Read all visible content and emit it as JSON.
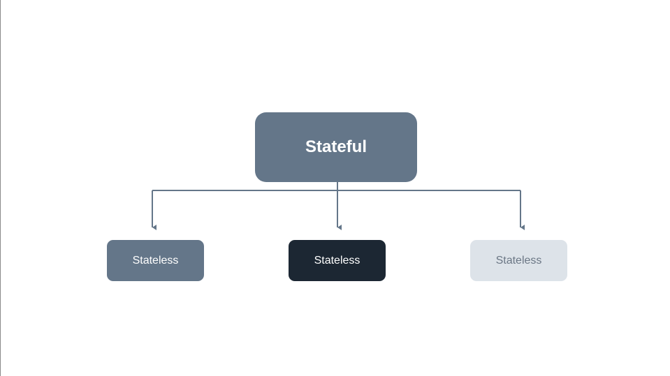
{
  "diagram": {
    "root": {
      "label": "Stateful",
      "fill": "#647689",
      "text_color": "#ffffff"
    },
    "children": [
      {
        "label": "Stateless",
        "fill": "#647689",
        "text_color": "#ffffff"
      },
      {
        "label": "Stateless",
        "fill": "#1c2733",
        "text_color": "#ffffff"
      },
      {
        "label": "Stateless",
        "fill": "#dde3e9",
        "text_color": "#6b7785"
      }
    ],
    "connector_color": "#647689"
  }
}
